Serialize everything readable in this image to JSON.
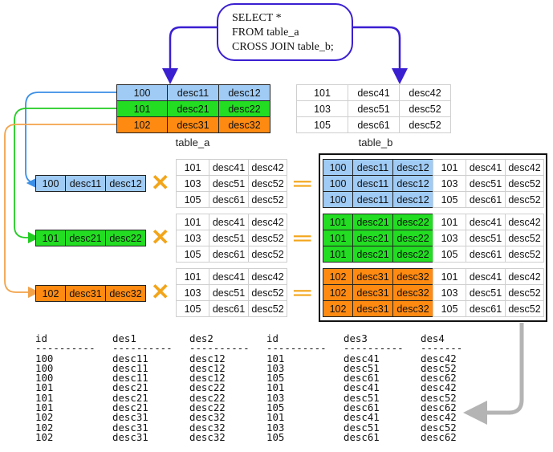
{
  "sql": [
    "SELECT *",
    "FROM table_a",
    "CROSS JOIN table_b;"
  ],
  "table_a": {
    "label": "table_a",
    "rows": [
      [
        "100",
        "desc11",
        "desc12"
      ],
      [
        "101",
        "desc21",
        "desc22"
      ],
      [
        "102",
        "desc31",
        "desc32"
      ]
    ]
  },
  "table_b": {
    "label": "table_b",
    "rows": [
      [
        "101",
        "desc41",
        "desc42"
      ],
      [
        "103",
        "desc51",
        "desc52"
      ],
      [
        "105",
        "desc61",
        "desc52"
      ]
    ]
  },
  "operators": {
    "times": "✕",
    "equals": "═"
  },
  "colors": {
    "blue": "#9fcbf5",
    "green": "#22dd22",
    "orange": "#ff8a12",
    "arrow_purple": "#3a1fd1",
    "operator": "#f2a51a",
    "arrow_gray": "#b4b4b4"
  },
  "result_text": {
    "headers": [
      "id",
      "des1",
      "des2",
      "id",
      "des3",
      "des4"
    ],
    "separators": [
      "----------",
      "----------",
      "----------",
      "----------",
      "----------",
      "-------"
    ],
    "rows": [
      [
        "100",
        "desc11",
        "desc12",
        "101",
        "desc41",
        "desc42"
      ],
      [
        "100",
        "desc11",
        "desc12",
        "103",
        "desc51",
        "desc52"
      ],
      [
        "100",
        "desc11",
        "desc12",
        "105",
        "desc61",
        "desc62"
      ],
      [
        "101",
        "desc21",
        "desc22",
        "101",
        "desc41",
        "desc42"
      ],
      [
        "101",
        "desc21",
        "desc22",
        "103",
        "desc51",
        "desc52"
      ],
      [
        "101",
        "desc21",
        "desc22",
        "105",
        "desc61",
        "desc62"
      ],
      [
        "102",
        "desc31",
        "desc32",
        "101",
        "desc41",
        "desc42"
      ],
      [
        "102",
        "desc31",
        "desc32",
        "103",
        "desc51",
        "desc52"
      ],
      [
        "102",
        "desc31",
        "desc32",
        "105",
        "desc61",
        "desc62"
      ]
    ]
  }
}
